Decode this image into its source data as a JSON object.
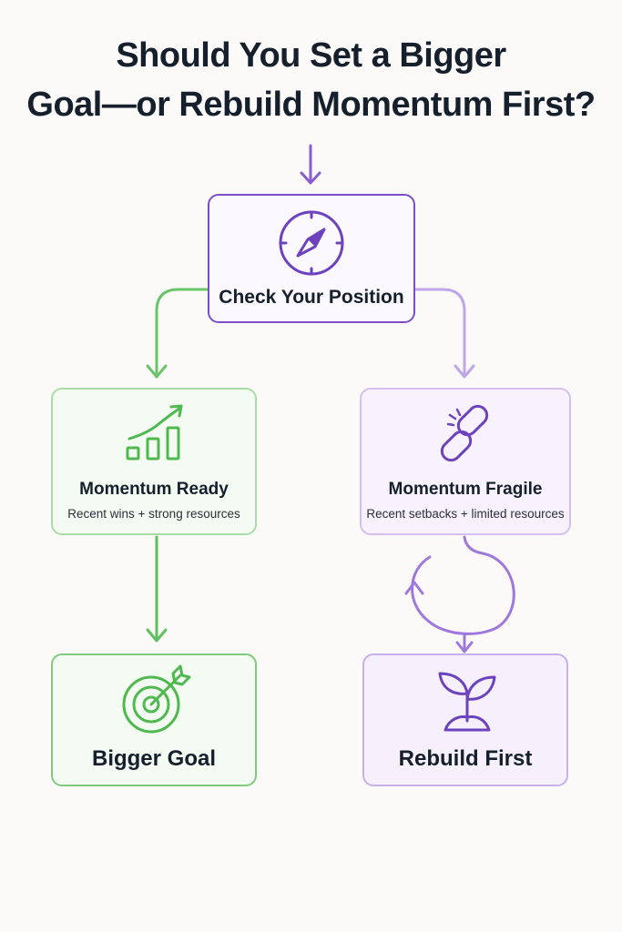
{
  "title": {
    "line1": "Should You Set a Bigger",
    "line2": "Goal—or Rebuild Momentum First?"
  },
  "start": {
    "label": "Check Your Position",
    "icon": "compass-icon"
  },
  "left": {
    "state_label": "Momentum Ready",
    "state_sub": "Recent wins + strong resources",
    "state_icon": "growth-chart-icon",
    "outcome_label": "Bigger Goal",
    "outcome_icon": "target-arrow-icon"
  },
  "right": {
    "state_label": "Momentum Fragile",
    "state_sub": "Recent setbacks + limited resources",
    "state_icon": "broken-chain-icon",
    "outcome_label": "Rebuild First",
    "outcome_icon": "sprout-icon"
  },
  "colors": {
    "purple": "#7a4fc4",
    "light_purple": "#b99ce6",
    "green": "#4fb84f",
    "light_green": "#9fd89f",
    "box_green_fill": "#f2fbf1",
    "box_purple_fill": "#f6f1fd",
    "title": "#16202c"
  }
}
